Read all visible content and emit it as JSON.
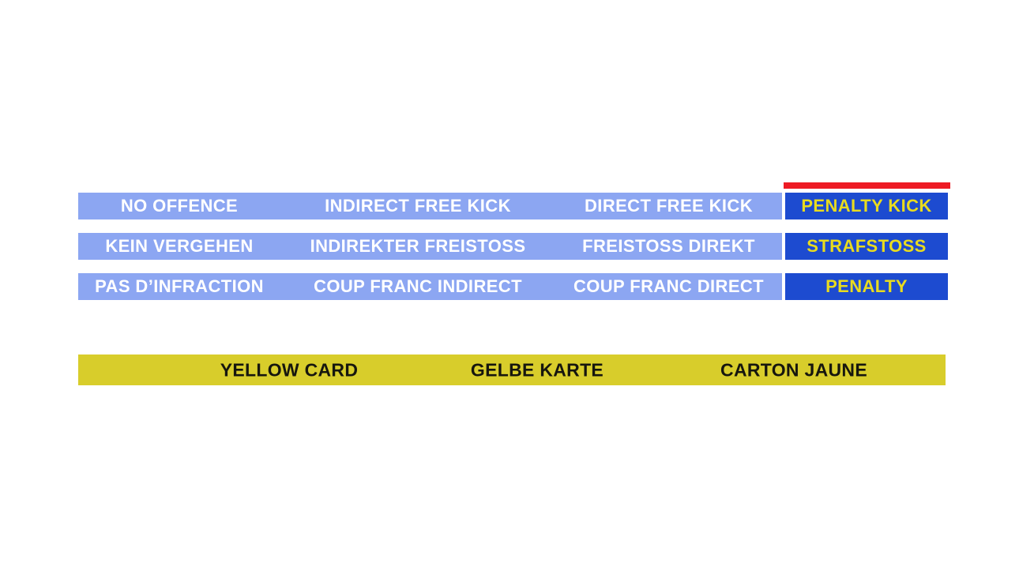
{
  "palette": {
    "light_blue": "#8CA6F2",
    "dark_blue": "#1D4BD0",
    "red": "#EE1B24",
    "yellow": "#D8CD2B",
    "yellow_text": "#E8DB1F",
    "white_text": "#FFFFFF",
    "dark_text": "#16160E"
  },
  "decision_table": {
    "rows": [
      {
        "language": "english",
        "cells": [
          "NO OFFENCE",
          "INDIRECT FREE KICK",
          "DIRECT FREE KICK"
        ],
        "penalty": "PENALTY KICK"
      },
      {
        "language": "german",
        "cells": [
          "KEIN VERGEHEN",
          "INDIREKTER FREISTOSS",
          "FREISTOSS DIREKT"
        ],
        "penalty": "STRAFSTOSS"
      },
      {
        "language": "french",
        "cells": [
          "PAS D’INFRACTION",
          "COUP FRANC INDIRECT",
          "COUP FRANC DIRECT"
        ],
        "penalty": "PENALTY"
      }
    ]
  },
  "yellow_card_bar": {
    "labels": [
      "YELLOW CARD",
      "GELBE KARTE",
      "CARTON JAUNE"
    ]
  }
}
